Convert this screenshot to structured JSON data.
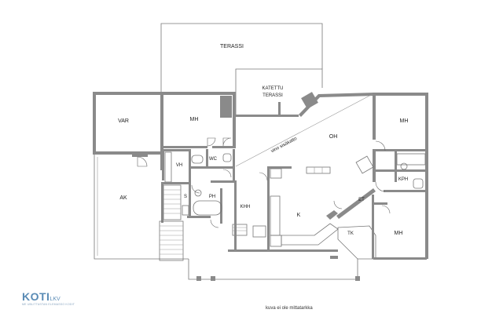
{
  "rooms": {
    "terassi": "TERASSI",
    "katettu_line1": "KATETTU",
    "katettu_line2": "TERASSI",
    "var": "VAR",
    "mh_left": "MH",
    "wc": "WC",
    "vh": "VH",
    "oh": "OH",
    "mh_right_top": "MH",
    "kph": "KPH",
    "ak": "AK",
    "s": "S",
    "ph": "PH",
    "khh": "KHH",
    "k": "K",
    "et": "ET",
    "tk": "TK",
    "mh_right_bottom": "MH"
  },
  "annotations": {
    "slope": "vino sisäkatto",
    "scale_note": "kuva ei ole mittatarkka"
  },
  "logo": {
    "main": "KOTI",
    "suffix": "LKV",
    "tagline": "ME UBLITTASTAN ELEMASSO KODIT"
  },
  "colors": {
    "wall": "#8a8a8a",
    "logo": "#5a8bb5"
  }
}
